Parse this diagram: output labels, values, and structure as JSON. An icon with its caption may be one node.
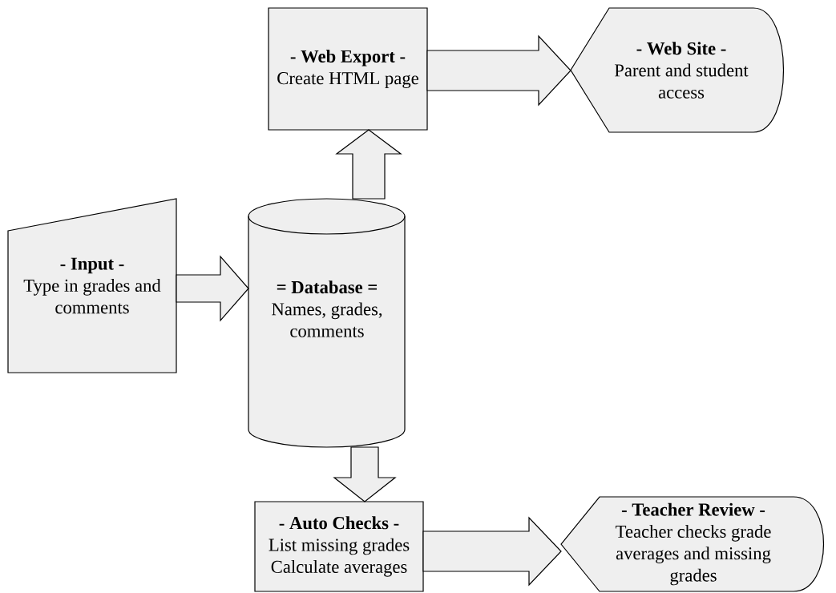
{
  "diagram": {
    "nodes": [
      {
        "text": [
          "- Input -",
          "Type in grades and comments"
        ]
      },
      {
        "text": [
          "= Database =",
          "Names, grades, comments"
        ]
      },
      {
        "text": [
          "- Web Export -",
          "Create HTML page"
        ]
      },
      {
        "text": [
          "- Web Site -",
          "Parent and student access"
        ]
      },
      {
        "text": [
          "- Auto Checks -",
          "List missing grades",
          "Calculate averages"
        ]
      },
      {
        "text": [
          "- Teacher Review -",
          "Teacher checks grade averages and missing grades"
        ]
      }
    ],
    "edges": [
      {
        "from": 0,
        "to": 1,
        "arrow": "to"
      },
      {
        "from": 1,
        "to": 2,
        "arrow": "to"
      },
      {
        "from": 2,
        "to": 3,
        "arrow": "to"
      },
      {
        "from": 1,
        "to": 4,
        "arrow": "to"
      },
      {
        "from": 4,
        "to": 5,
        "arrow": "to"
      }
    ]
  }
}
